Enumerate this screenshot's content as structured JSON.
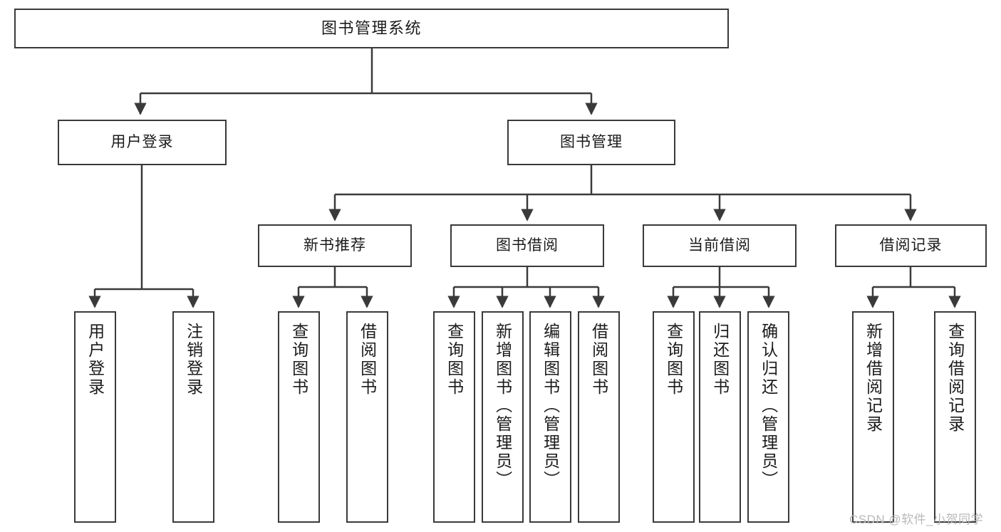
{
  "diagram": {
    "type": "hierarchy-tree",
    "title": "图书管理系统",
    "watermark": "CSDN @软件_小贺同学",
    "colors": {
      "box_border": "#3a3a3a",
      "box_fill": "#ffffff",
      "connector": "#3a3a3a",
      "text": "#1b1b1b",
      "watermark": "#b9b9b9",
      "background": "#ffffff"
    },
    "nodes": {
      "root": {
        "label": "图书管理系统"
      },
      "level2": [
        {
          "id": "user-login",
          "label": "用户登录"
        },
        {
          "id": "book-management",
          "label": "图书管理"
        }
      ],
      "level3": [
        {
          "id": "new-book-recommend",
          "label": "新书推荐"
        },
        {
          "id": "book-borrow",
          "label": "图书借阅"
        },
        {
          "id": "current-borrow",
          "label": "当前借阅"
        },
        {
          "id": "borrow-record",
          "label": "借阅记录"
        }
      ],
      "leaves": {
        "user_login": [
          {
            "id": "leaf-user-login",
            "label": "用户登录"
          },
          {
            "id": "leaf-logout-login",
            "label": "注销登录"
          }
        ],
        "new_book_recommend": [
          {
            "id": "leaf-query-book-1",
            "label": "查询图书"
          },
          {
            "id": "leaf-borrow-book-1",
            "label": "借阅图书"
          }
        ],
        "book_borrow": [
          {
            "id": "leaf-query-book-2",
            "label": "查询图书"
          },
          {
            "id": "leaf-add-book",
            "label": "新增图书（管理员）"
          },
          {
            "id": "leaf-edit-book",
            "label": "编辑图书（管理员）"
          },
          {
            "id": "leaf-borrow-book-2",
            "label": "借阅图书"
          }
        ],
        "current_borrow": [
          {
            "id": "leaf-query-book-3",
            "label": "查询图书"
          },
          {
            "id": "leaf-return-book",
            "label": "归还图书"
          },
          {
            "id": "leaf-confirm-return",
            "label": "确认归还（管理员）"
          }
        ],
        "borrow_record": [
          {
            "id": "leaf-add-record",
            "label": "新增借阅记录"
          },
          {
            "id": "leaf-query-record",
            "label": "查询借阅记录"
          }
        ]
      }
    }
  }
}
